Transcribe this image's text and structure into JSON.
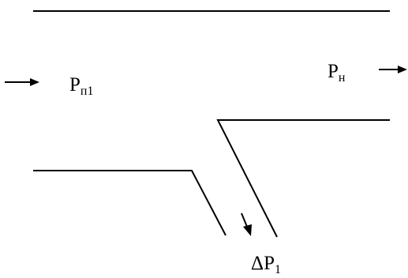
{
  "diagram": {
    "inlet_pressure": {
      "symbol": "P",
      "subscript": "п1"
    },
    "outlet_pressure": {
      "symbol": "P",
      "subscript": "н"
    },
    "pressure_drop": {
      "symbol": "ΔP",
      "subscript": "1"
    }
  }
}
